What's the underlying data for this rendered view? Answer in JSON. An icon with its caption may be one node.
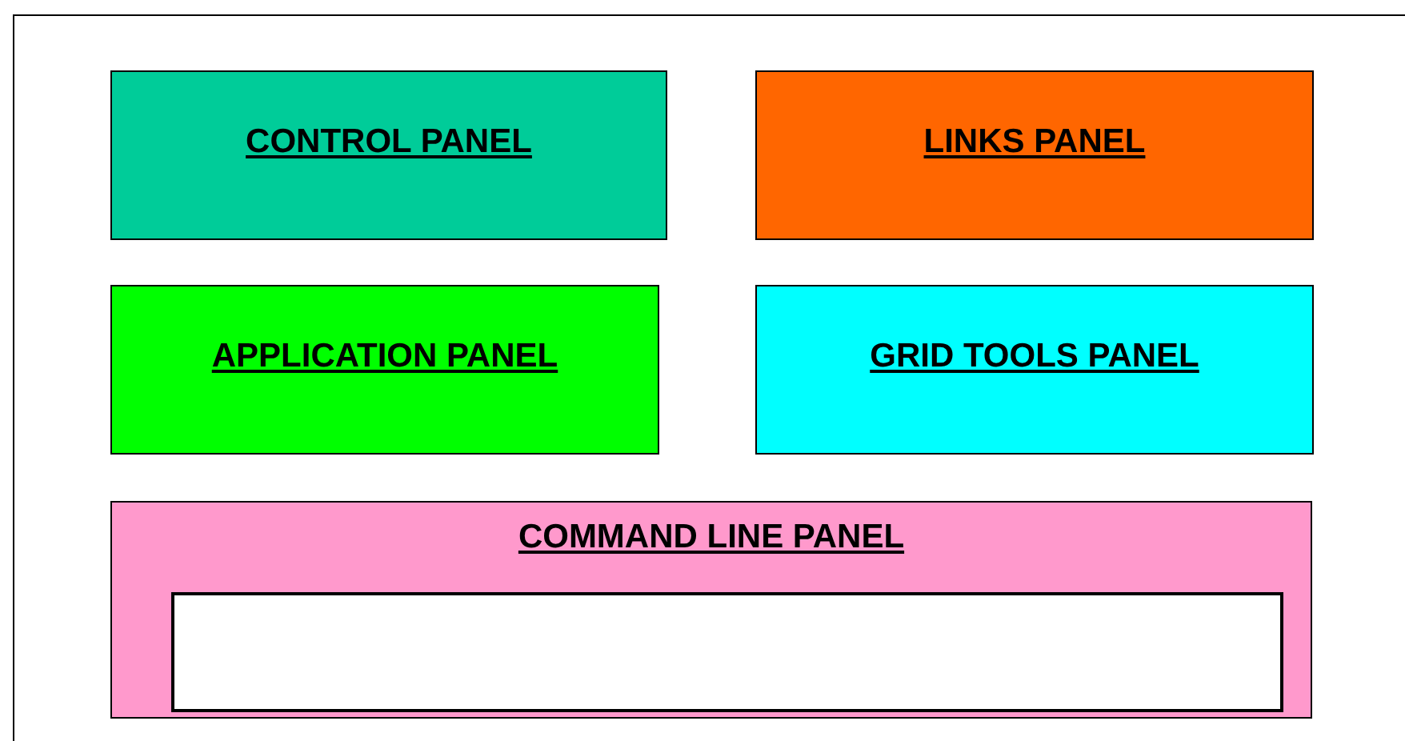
{
  "diagram": {
    "nodes": [
      {
        "text": [
          "CONTROL PANEL"
        ]
      },
      {
        "text": [
          "LINKS PANEL"
        ]
      },
      {
        "text": [
          "APPLICATION PANEL"
        ]
      },
      {
        "text": [
          "GRID TOOLS PANEL"
        ]
      },
      {
        "text": [
          "COMMAND LINE PANEL"
        ]
      },
      {
        "text": [],
        "shape": "box",
        "in": 4
      }
    ],
    "edges": []
  }
}
